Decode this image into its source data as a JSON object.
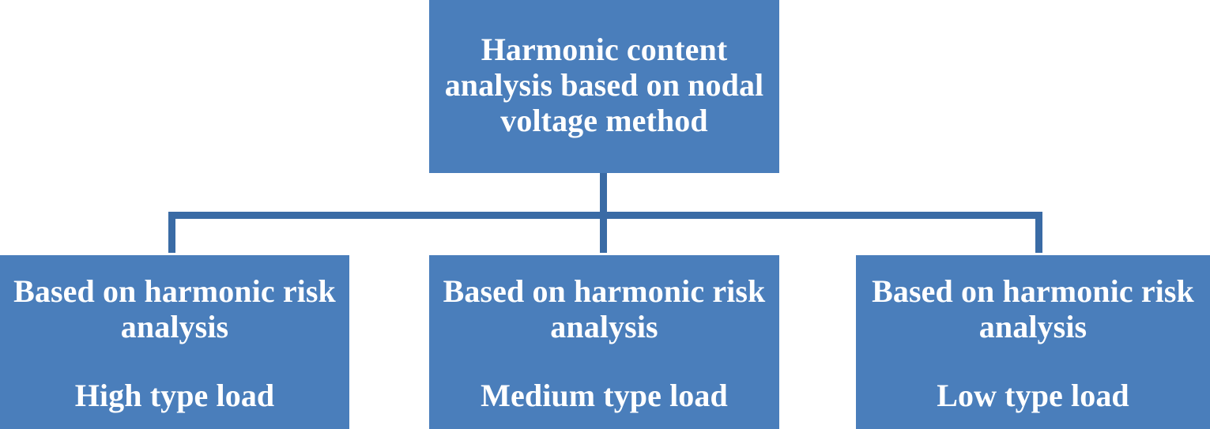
{
  "diagram": {
    "type": "hierarchy-tree",
    "colors": {
      "node_fill": "#4A7EBB",
      "node_text": "#FFFFFF",
      "connector": "#3A6BA5",
      "background": "#FFFFFF"
    },
    "root": {
      "label": "Harmonic content analysis based on nodal voltage method"
    },
    "children": [
      {
        "id": "high",
        "heading": "Based on harmonic risk analysis",
        "sub": "High type load"
      },
      {
        "id": "medium",
        "heading": "Based on harmonic risk analysis",
        "sub": "Medium type load"
      },
      {
        "id": "low",
        "heading": "Based on harmonic risk analysis",
        "sub": "Low type load"
      }
    ]
  }
}
